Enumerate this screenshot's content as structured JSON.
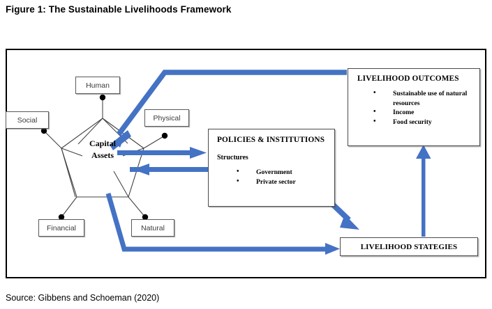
{
  "figure": {
    "title": "Figure 1: The Sustainable Livelihoods Framework",
    "source": "Source: Gibbens and Schoeman (2020)"
  },
  "colors": {
    "arrow_blue": "#4472C4",
    "frame_black": "#000000",
    "box_border": "#4a4a4a"
  },
  "pentagon": {
    "center_label_line1": "Capital",
    "center_label_line2": "Assets",
    "assets": [
      {
        "id": "human",
        "label": "Human"
      },
      {
        "id": "social",
        "label": "Social"
      },
      {
        "id": "physical",
        "label": "Physical"
      },
      {
        "id": "financial",
        "label": "Financial"
      },
      {
        "id": "natural",
        "label": "Natural"
      }
    ]
  },
  "boxes": {
    "outcomes": {
      "heading": "LIVELIHOOD OUTCOMES",
      "bullets": [
        "Sustainable use of natural resources",
        "Income",
        "Food security"
      ]
    },
    "policies": {
      "heading": "POLICIES & INSTITUTIONS",
      "subheading": "Structures",
      "bullets": [
        "Government",
        "Private sector"
      ]
    },
    "strategies": {
      "heading": "LIVELIHOOD STATEGIES"
    }
  },
  "arrows": [
    {
      "id": "outcomes-to-assets",
      "direction": "left-then-down-left",
      "color": "#4472C4"
    },
    {
      "id": "assets-to-policies",
      "direction": "right",
      "color": "#4472C4"
    },
    {
      "id": "policies-to-assets",
      "direction": "left",
      "color": "#4472C4"
    },
    {
      "id": "policies-to-strategies",
      "direction": "down-right",
      "color": "#4472C4"
    },
    {
      "id": "assets-to-strategies",
      "direction": "down-then-right",
      "color": "#4472C4"
    },
    {
      "id": "strategies-to-outcomes",
      "direction": "up",
      "color": "#4472C4"
    }
  ]
}
